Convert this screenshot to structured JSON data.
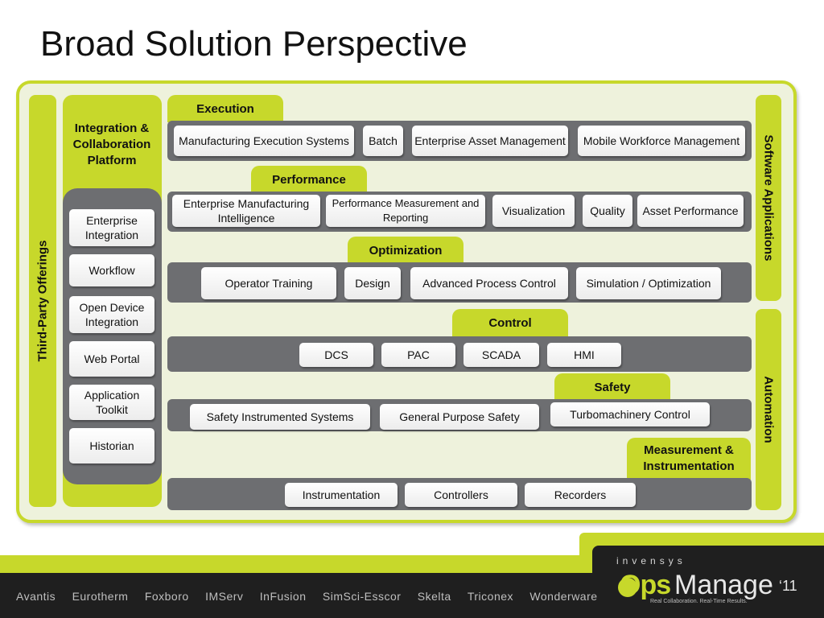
{
  "title": "Broad Solution Perspective",
  "left_bar": "Third-Party Offerings",
  "integration_header": "Integration & Collaboration Platform",
  "integration_items": [
    "Enterprise Integration",
    "Workflow",
    "Open Device Integration",
    "Web Portal",
    "Application Toolkit",
    "Historian"
  ],
  "right_bar_top": "Software Applications",
  "right_bar_bottom": "Automation",
  "rows": {
    "execution": {
      "label": "Execution",
      "items": [
        "Manufacturing Execution Systems",
        "Batch",
        "Enterprise Asset Management",
        "Mobile Workforce Management"
      ]
    },
    "performance": {
      "label": "Performance",
      "items": [
        "Enterprise Manufacturing Intelligence",
        "Performance Measurement and Reporting",
        "Visualization",
        "Quality",
        "Asset Performance"
      ]
    },
    "optimization": {
      "label": "Optimization",
      "items": [
        "Operator Training",
        "Design",
        "Advanced Process Control",
        "Simulation / Optimization"
      ]
    },
    "control": {
      "label": "Control",
      "items": [
        "DCS",
        "PAC",
        "SCADA",
        "HMI"
      ]
    },
    "safety": {
      "label": "Safety",
      "items": [
        "Safety Instrumented Systems",
        "General Purpose Safety",
        "Turbomachinery Control"
      ]
    },
    "measurement": {
      "label": "Measurement & Instrumentation",
      "items": [
        "Instrumentation",
        "Controllers",
        "Recorders"
      ]
    }
  },
  "footer": {
    "brands": [
      "Avantis",
      "Eurotherm",
      "Foxboro",
      "IMServ",
      "InFusion",
      "SimSci-Esscor",
      "Skelta",
      "Triconex",
      "Wonderware"
    ],
    "company": "invensys",
    "logo_ops": "Ops",
    "logo_manage": "Manage",
    "logo_year": "‘11",
    "tagline": "Real Collaboration. Real-Time Results."
  },
  "colors": {
    "accent": "#c7d82b",
    "bar": "#6d6e71",
    "panel": "#eef2dc"
  }
}
